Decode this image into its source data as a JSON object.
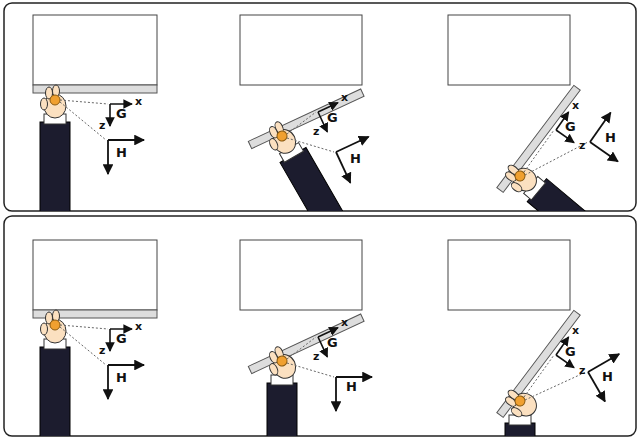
{
  "diagram": {
    "labels": [
      "G",
      "x",
      "z",
      "H",
      "G",
      "x",
      "z",
      "H",
      "G",
      "x",
      "z",
      "H",
      "G",
      "x",
      "z",
      "H",
      "G",
      "x",
      "z",
      "H",
      "G",
      "x",
      "z",
      "H"
    ]
  }
}
